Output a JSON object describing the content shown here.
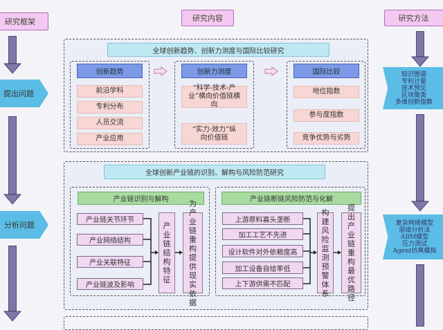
{
  "left": {
    "header": "研究框架",
    "steps": [
      "提出问题",
      "分析问题"
    ]
  },
  "center": {
    "header": "研究内容",
    "section1": {
      "title": "全球创新趋势、创新力测度与国际比较研究",
      "groups": [
        {
          "label": "创新趋势",
          "items": [
            "前沿学科",
            "专利分布",
            "人员交流",
            "产业应用"
          ]
        },
        {
          "label": "创新力测度",
          "items": [
            "“科学-技术-产业”横向价值链横向",
            "“实力-效力”纵向价值链"
          ]
        },
        {
          "label": "国际比较",
          "items": [
            "地位指数",
            "参与度指数",
            "竞争优势与劣势"
          ]
        }
      ]
    },
    "section2": {
      "title": "全球创新产业链的识别、解构与风险防范研究",
      "left": {
        "label": "产业链识别与解构",
        "items": [
          "产业链关节环节",
          "产业网络结构",
          "产业关联特征",
          "产业链波及影响"
        ],
        "result1": "产业链结构特征",
        "result2": "为产业链重构提供现实依据"
      },
      "right": {
        "label": "产业链断链风险防范与化解",
        "items": [
          "上游原料寡头垄断",
          "加工工艺不先进",
          "设计软件对外依赖度高",
          "加工设备自给率低",
          "上下游供需不匹配"
        ],
        "result1": "构建风险监测预警体系",
        "result2": "提出产业链重构最优路径"
      }
    }
  },
  "right": {
    "header": "研究方法",
    "methods1": [
      "知识图谱",
      "专利计量",
      "技术预见",
      "区块聚类",
      "多维创新指数"
    ],
    "methods2": [
      "复杂网络模型",
      "层级分析法",
      "ABM模型",
      "压力测试",
      "Agent仿真模拟"
    ]
  }
}
